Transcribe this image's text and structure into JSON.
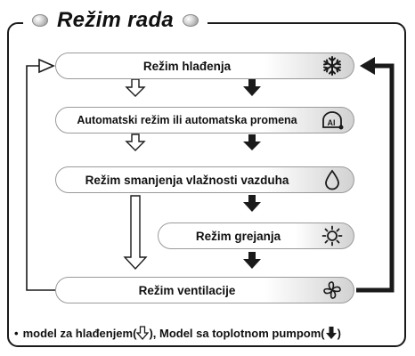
{
  "title": "Režim rada",
  "modes": [
    {
      "label": "Režim hlađenja",
      "icon": "snowflake-icon"
    },
    {
      "label": "Automatski režim ili automatska promena",
      "icon": "auto-ai-icon"
    },
    {
      "label": "Režim smanjenja vlažnosti vazduha",
      "icon": "water-drop-icon"
    },
    {
      "label": "Režim grejanja",
      "icon": "sun-icon"
    },
    {
      "label": "Režim ventilacije",
      "icon": "fan-icon"
    }
  ],
  "legend": {
    "bullet": "•",
    "cooling_model": "model za hlađenjem(",
    "separator": "), Model sa toplotnom pumpom(",
    "close": ")"
  },
  "colors": {
    "arrow_dark": "#1a1a1a",
    "pill_shade": "#d2d2d2",
    "border": "#1a1a1a"
  }
}
